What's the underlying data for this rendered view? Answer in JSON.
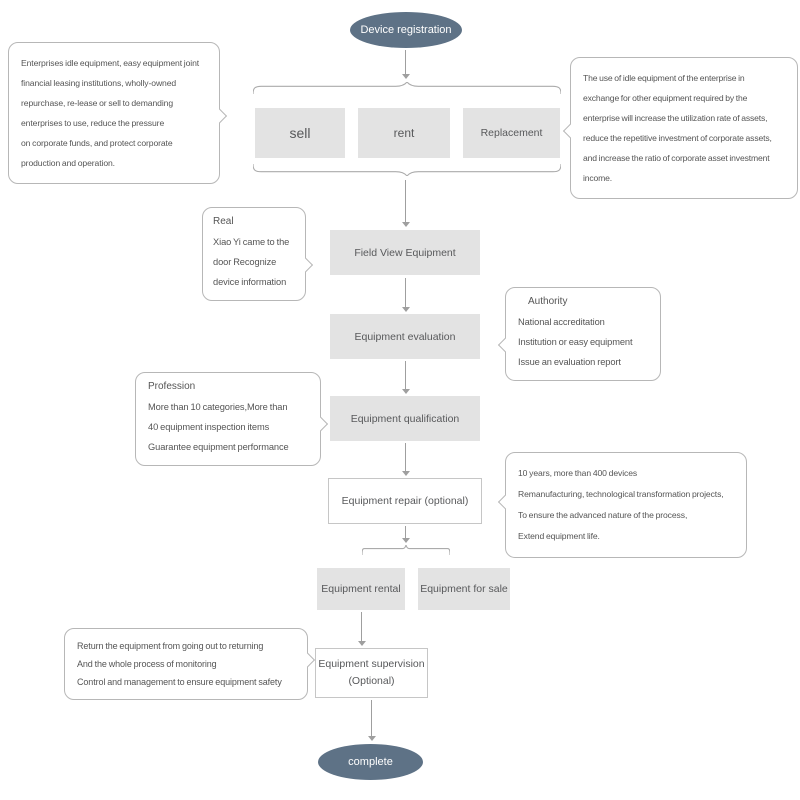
{
  "flow": {
    "start": "Device registration",
    "end": "complete",
    "sell": "sell",
    "rent": "rent",
    "replacement": "Replacement",
    "field_view": "Field View Equipment",
    "evaluation": "Equipment evaluation",
    "qualification": "Equipment qualification",
    "repair": "Equipment repair (optional)",
    "rental": "Equipment  rental",
    "sale": "Equipment for sale",
    "supervision": "Equipment supervision\n(Optional)"
  },
  "callouts": {
    "sell_note": "Enterprises idle equipment, easy equipment joint\nfinancial leasing institutions, wholly-owned\nrepurchase, re-lease or sell to demanding\nenterprises to use, reduce the pressure\non corporate funds, and protect corporate\nproduction and operation.",
    "replacement_note": "The use of idle equipment of the enterprise in\nexchange for other equipment required by the\nenterprise will increase the utilization rate of assets,\nreduce the repetitive investment of corporate assets,\nand increase the ratio of corporate asset investment\nincome.",
    "real": {
      "title": "Real",
      "body": "Xiao Yi came to the\ndoor  Recognize\ndevice information"
    },
    "authority": {
      "title": "Authority",
      "body": "National accreditation\nInstitution or easy equipment\nIssue an evaluation report"
    },
    "profession": {
      "title": "Profession",
      "body": "More than 10 categories,More than\n40  equipment inspection items\nGuarantee equipment performance"
    },
    "repair_note": "10 years, more than 400 devices\nRemanufacturing, technological transformation projects,\nTo ensure the advanced nature of the process,\nExtend equipment life.",
    "supervision_note": "Return the equipment from going out to returning\nAnd the whole process of monitoring\nControl and management to ensure equipment safety"
  },
  "colors": {
    "terminal_node": "#5e7286",
    "box_fill": "#e3e3e3",
    "connector_line": "#9f9f9f",
    "callout_border": "#b7b7b7"
  }
}
